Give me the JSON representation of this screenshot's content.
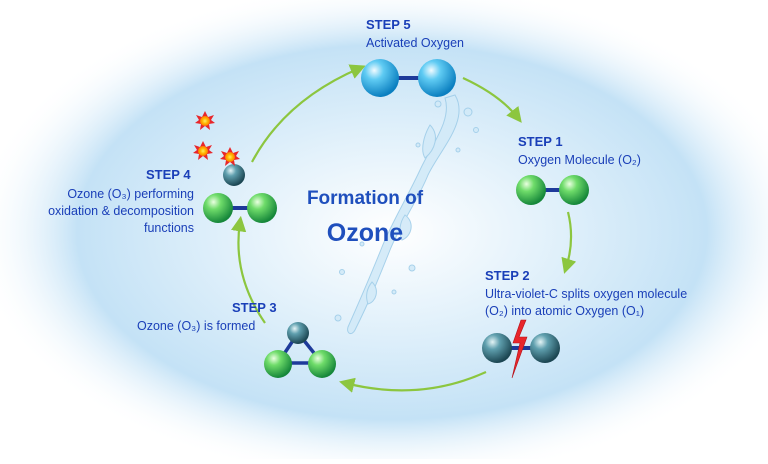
{
  "title": {
    "line1": "Formation of",
    "line2": "Ozone"
  },
  "steps": [
    {
      "label": "STEP 1",
      "desc": "Oxygen Molecule (O₂)"
    },
    {
      "label": "STEP 2",
      "desc_line1": "Ultra-violet-C splits oxygen molecule",
      "desc_line2": "(O₂) into atomic Oxygen (O₁)"
    },
    {
      "label": "STEP 3",
      "desc": "Ozone (O₃) is formed"
    },
    {
      "label": "STEP 4",
      "desc_line1": "Ozone (O₃) performing",
      "desc_line2": "oxidation & decomposition",
      "desc_line3": "functions"
    },
    {
      "label": "STEP 5",
      "desc": "Activated  Oxygen"
    }
  ],
  "colors": {
    "text": "#1a3fb8",
    "title": "#1f4fbd",
    "arrow": "#8cc63f",
    "bond": "#1e3a9a",
    "green_atom": "#39b54a",
    "blue_atom": "#29a8e0",
    "dark_atom": "#2f6f7e",
    "background_glow": "#bfe0f5"
  },
  "icons": [
    "green-oxygen-atom",
    "blue-oxygen-atom",
    "dark-oxygen-atom",
    "lightning-bolt-icon",
    "sun-burst-icon",
    "water-splash"
  ]
}
